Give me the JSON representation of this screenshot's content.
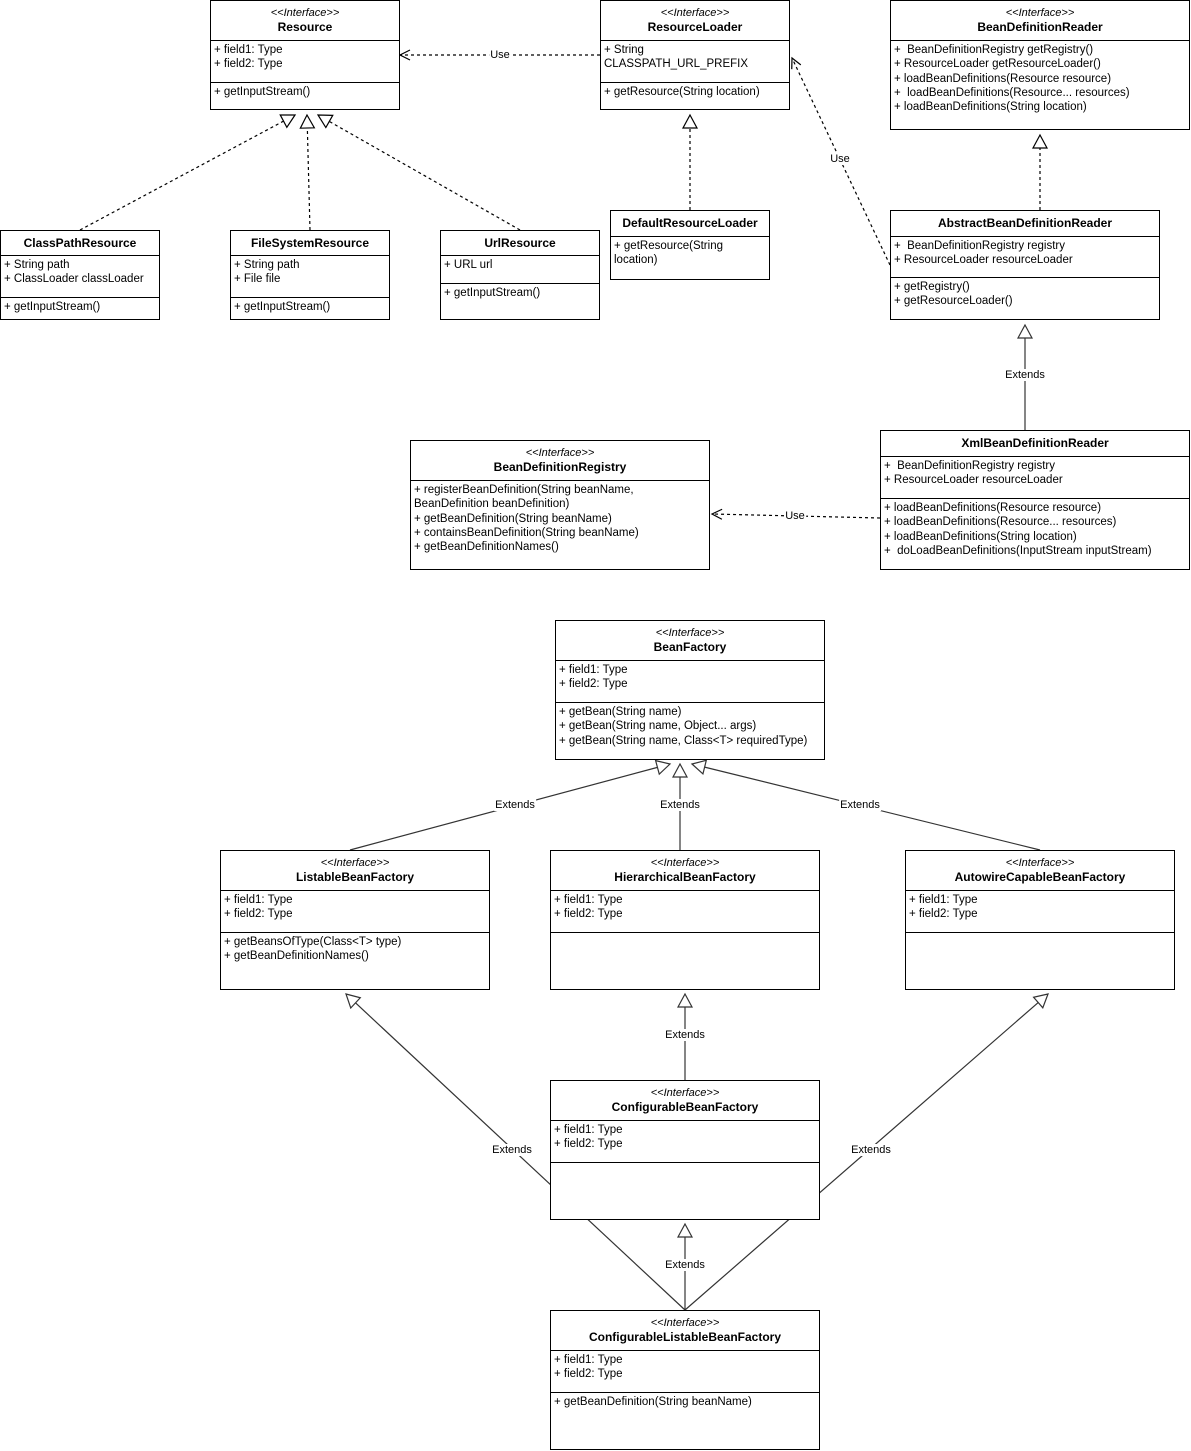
{
  "diagram": {
    "classes": [
      {
        "id": "resource",
        "stereotype": "<<Interface>>",
        "name": "Resource",
        "fields": [
          "+ field1: Type",
          "+ field2: Type"
        ],
        "methods": [
          "+ getInputStream()"
        ]
      },
      {
        "id": "resource_loader",
        "stereotype": "<<Interface>>",
        "name": "ResourceLoader",
        "fields": [
          "+ String CLASSPATH_URL_PREFIX"
        ],
        "methods": [
          "+ getResource(String location)"
        ]
      },
      {
        "id": "bean_definition_reader",
        "stereotype": "<<Interface>>",
        "name": "BeanDefinitionReader",
        "fields": [],
        "methods": [
          "+  BeanDefinitionRegistry getRegistry()",
          "+ ResourceLoader getResourceLoader()",
          "+ loadBeanDefinitions(Resource resource)",
          "+  loadBeanDefinitions(Resource... resources)",
          "+ loadBeanDefinitions(String location)"
        ]
      },
      {
        "id": "classpath_resource",
        "stereotype": "",
        "name": "ClassPathResource",
        "fields": [
          "+ String path",
          "+ ClassLoader classLoader"
        ],
        "methods": [
          "+ getInputStream()"
        ]
      },
      {
        "id": "filesystem_resource",
        "stereotype": "",
        "name": "FileSystemResource",
        "fields": [
          "+ String path",
          "+ File file"
        ],
        "methods": [
          "+ getInputStream()"
        ]
      },
      {
        "id": "url_resource",
        "stereotype": "",
        "name": "UrlResource",
        "fields": [
          "+ URL url"
        ],
        "methods": [
          "+ getInputStream()"
        ]
      },
      {
        "id": "default_resource_loader",
        "stereotype": "",
        "name": "DefaultResourceLoader",
        "fields": [],
        "methods": [
          "+ getResource(String location)"
        ]
      },
      {
        "id": "abstract_bdr",
        "stereotype": "",
        "name": "AbstractBeanDefinitionReader",
        "fields": [
          "+  BeanDefinitionRegistry registry",
          "+ ResourceLoader resourceLoader"
        ],
        "methods": [
          "+ getRegistry()",
          "+ getResourceLoader()"
        ]
      },
      {
        "id": "xml_bdr",
        "stereotype": "",
        "name": "XmlBeanDefinitionReader",
        "fields": [
          "+  BeanDefinitionRegistry registry",
          "+ ResourceLoader resourceLoader"
        ],
        "methods": [
          "+ loadBeanDefinitions(Resource resource)",
          "+ loadBeanDefinitions(Resource... resources)",
          "+ loadBeanDefinitions(String location)",
          "+  doLoadBeanDefinitions(InputStream inputStream)"
        ]
      },
      {
        "id": "bd_registry",
        "stereotype": "<<Interface>>",
        "name": "BeanDefinitionRegistry",
        "fields": [],
        "methods": [
          "+ registerBeanDefinition(String beanName, BeanDefinition beanDefinition)",
          "+ getBeanDefinition(String beanName)",
          "+ containsBeanDefinition(String beanName)",
          "+ getBeanDefinitionNames()"
        ]
      },
      {
        "id": "bean_factory",
        "stereotype": "<<Interface>>",
        "name": "BeanFactory",
        "fields": [
          "+ field1: Type",
          "+ field2: Type"
        ],
        "methods": [
          "+ getBean(String name)",
          "+ getBean(String name, Object... args)",
          "+ getBean(String name, Class<T> requiredType)"
        ]
      },
      {
        "id": "listable_bf",
        "stereotype": "<<Interface>>",
        "name": "ListableBeanFactory",
        "fields": [
          "+ field1: Type",
          "+ field2: Type"
        ],
        "methods": [
          "+ getBeansOfType(Class<T> type)",
          "+ getBeanDefinitionNames()"
        ]
      },
      {
        "id": "hierarchical_bf",
        "stereotype": "<<Interface>>",
        "name": "HierarchicalBeanFactory",
        "fields": [
          "+ field1: Type",
          "+ field2: Type"
        ],
        "methods": []
      },
      {
        "id": "autowire_bf",
        "stereotype": "<<Interface>>",
        "name": "AutowireCapableBeanFactory",
        "fields": [
          "+ field1: Type",
          "+ field2: Type"
        ],
        "methods": []
      },
      {
        "id": "configurable_bf",
        "stereotype": "<<Interface>>",
        "name": "ConfigurableBeanFactory",
        "fields": [
          "+ field1: Type",
          "+ field2: Type"
        ],
        "methods": []
      },
      {
        "id": "configurable_listable_bf",
        "stereotype": "<<Interface>>",
        "name": "ConfigurableListableBeanFactory",
        "fields": [
          "+ field1: Type",
          "+ field2: Type"
        ],
        "methods": [
          "+ getBeanDefinition(String beanName)"
        ]
      }
    ],
    "relations": [
      {
        "id": "rl_use_resource",
        "kind": "use",
        "from": "resource_loader",
        "to": "resource",
        "label": "Use"
      },
      {
        "id": "cp_realizes",
        "kind": "realization",
        "from": "classpath_resource",
        "to": "resource",
        "label": ""
      },
      {
        "id": "fs_realizes",
        "kind": "realization",
        "from": "filesystem_resource",
        "to": "resource",
        "label": ""
      },
      {
        "id": "url_realizes",
        "kind": "realization",
        "from": "url_resource",
        "to": "resource",
        "label": ""
      },
      {
        "id": "drl_realizes",
        "kind": "realization",
        "from": "default_resource_loader",
        "to": "resource_loader",
        "label": ""
      },
      {
        "id": "abdr_realizes",
        "kind": "realization",
        "from": "abstract_bdr",
        "to": "bean_definition_reader",
        "label": ""
      },
      {
        "id": "abdr_use_rl",
        "kind": "use",
        "from": "abstract_bdr",
        "to": "resource_loader",
        "label": "Use"
      },
      {
        "id": "xml_extends_abdr",
        "kind": "extends",
        "from": "xml_bdr",
        "to": "abstract_bdr",
        "label": "Extends"
      },
      {
        "id": "xml_use_registry",
        "kind": "use",
        "from": "xml_bdr",
        "to": "bd_registry",
        "label": "Use"
      },
      {
        "id": "lbf_extends_bf",
        "kind": "extends",
        "from": "listable_bf",
        "to": "bean_factory",
        "label": "Extends"
      },
      {
        "id": "hbf_extends_bf",
        "kind": "extends",
        "from": "hierarchical_bf",
        "to": "bean_factory",
        "label": "Extends"
      },
      {
        "id": "abf_extends_bf",
        "kind": "extends",
        "from": "autowire_bf",
        "to": "bean_factory",
        "label": "Extends"
      },
      {
        "id": "cbf_extends_hbf",
        "kind": "extends",
        "from": "configurable_bf",
        "to": "hierarchical_bf",
        "label": "Extends"
      },
      {
        "id": "clbf_extends_lbf",
        "kind": "extends",
        "from": "configurable_listable_bf",
        "to": "listable_bf",
        "label": "Extends"
      },
      {
        "id": "clbf_extends_cbf",
        "kind": "extends",
        "from": "configurable_listable_bf",
        "to": "configurable_bf",
        "label": "Extends"
      },
      {
        "id": "clbf_extends_abf",
        "kind": "extends",
        "from": "configurable_listable_bf",
        "to": "autowire_bf",
        "label": "Extends"
      }
    ]
  }
}
